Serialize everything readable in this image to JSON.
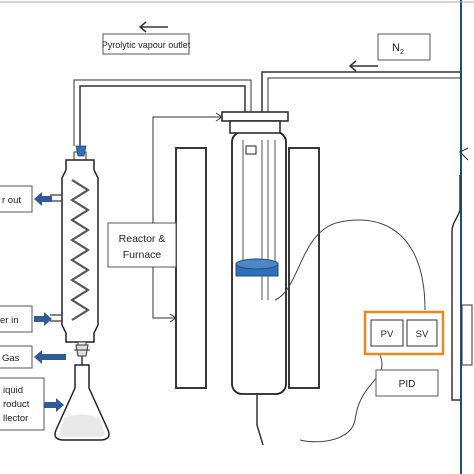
{
  "labels": {
    "vapour_outlet": "Pyrolytic vapour outlet",
    "n2": "N",
    "n2_sub": "2",
    "reactor_line1": "Reactor &",
    "reactor_line2": "Furnace",
    "pv": "PV",
    "sv": "SV",
    "pid": "PID",
    "water_out": "r out",
    "water_in": "er in",
    "gas": "Gas",
    "liquid_line1": "iquid",
    "liquid_line2": "roduct",
    "liquid_line3": "llector"
  },
  "colors": {
    "line": "#333333",
    "thin_line": "#666666",
    "arrow_blue": "#2e5c99",
    "cap_blue": "#2f6fb5",
    "controller_border": "#e8891e",
    "right_border": "#1f4e79"
  },
  "icons": [
    "arrow-left-icon",
    "arrow-right-icon",
    "stopcock-icon",
    "clamp-icon"
  ]
}
